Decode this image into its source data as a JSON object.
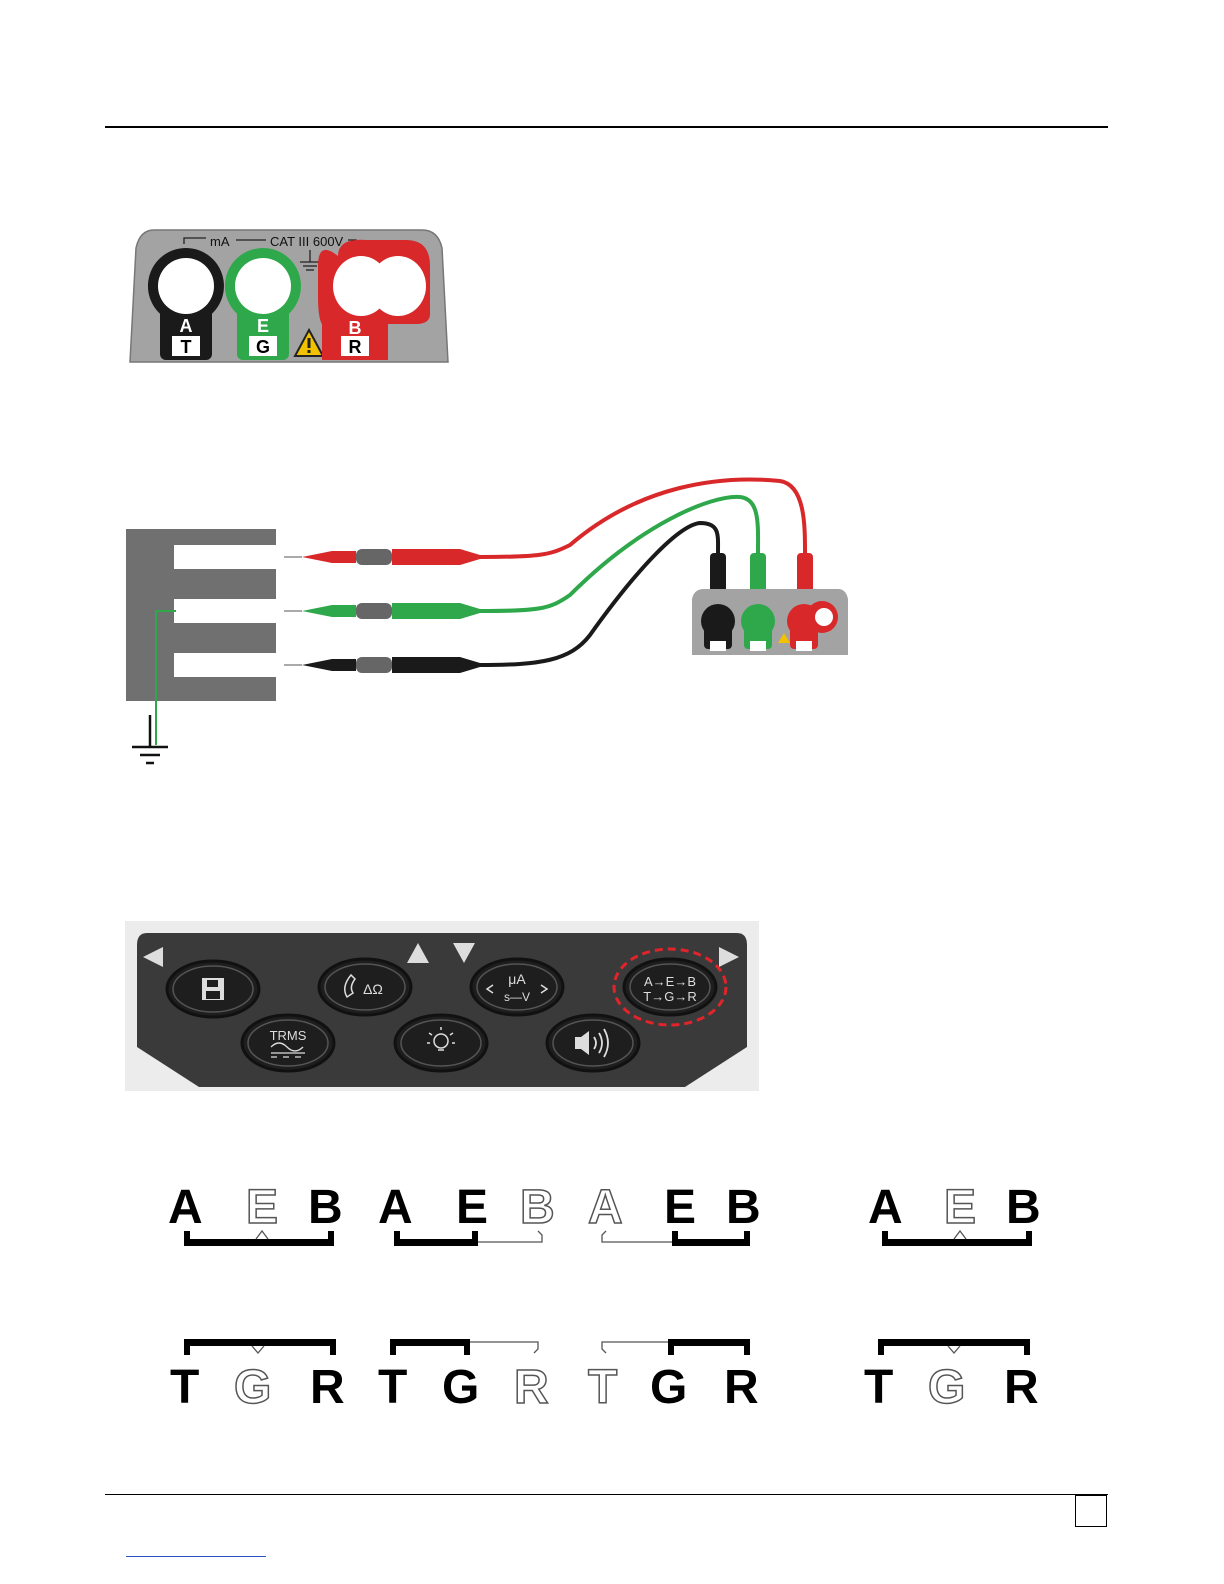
{
  "terminal_panel": {
    "ma_label": "mA",
    "cat_label": "CAT III 600V",
    "terminals": [
      {
        "top": "A",
        "bottom": "T"
      },
      {
        "top": "E",
        "bottom": "G"
      },
      {
        "top": "B",
        "bottom": "R"
      }
    ]
  },
  "keypad": {
    "trms_label": "TRMS",
    "ohm_label": "ΔΩ",
    "micro_amp_label": "μA",
    "s_v_label": "s—V",
    "swap_line1": "A→E→B",
    "swap_line2": "T→G→R"
  },
  "sequences": {
    "top": [
      {
        "a": "A",
        "b": "E",
        "c": "B"
      },
      {
        "a": "A",
        "b": "E",
        "c": "B"
      },
      {
        "a": "A",
        "b": "E",
        "c": "B"
      },
      {
        "a": "A",
        "b": "E",
        "c": "B"
      }
    ],
    "bottom": [
      {
        "a": "T",
        "b": "G",
        "c": "R"
      },
      {
        "a": "T",
        "b": "G",
        "c": "R"
      },
      {
        "a": "T",
        "b": "G",
        "c": "R"
      },
      {
        "a": "T",
        "b": "G",
        "c": "R"
      }
    ]
  },
  "colors": {
    "panel_grey": "#9a9a9a",
    "terminal_black": "#1a1a1a",
    "terminal_green": "#2ea84a",
    "terminal_red": "#d8282a",
    "warning_yellow": "#f2c200",
    "keypad_dark": "#3a3a3a",
    "highlight_red": "#e0242a"
  }
}
